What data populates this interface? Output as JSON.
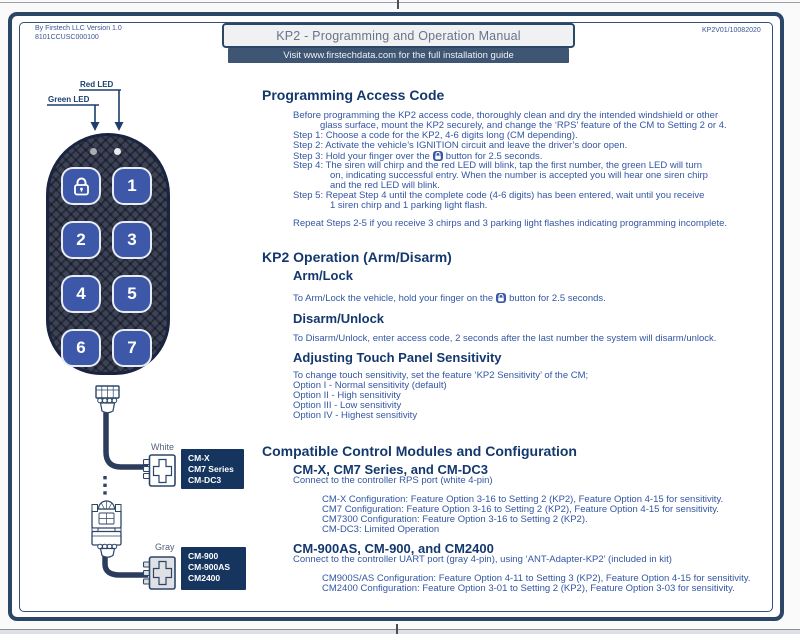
{
  "header": {
    "version_line1": "By Firstech LLC Version 1.0",
    "version_line2": "8101CCUSC000100",
    "title": "KP2 - Programming and Operation Manual",
    "banner": "Visit www.firstechdata.com for the full installation guide",
    "doc_code": "KP2V01/10082020"
  },
  "keypad": {
    "red_led_label": "Red LED",
    "green_led_label": "Green LED",
    "digits": [
      "1",
      "2",
      "3",
      "4",
      "5",
      "6",
      "7"
    ]
  },
  "wiring": {
    "white_label": "White",
    "gray_label": "Gray",
    "rps_modules": [
      "CM-X",
      "CM7 Series",
      "CM-DC3"
    ],
    "uart_modules": [
      "CM-900",
      "CM-900AS",
      "CM2400"
    ]
  },
  "programming": {
    "heading": "Programming Access Code",
    "intro_line1": "Before programming the KP2 access code, thoroughly clean and dry the intended windshield or other",
    "intro_line2": "glass surface, mount the KP2 securely, and change the ‘RPS’ feature of the CM to Setting 2 or 4.",
    "step1": "Step 1: Choose a code for the KP2, 4-6 digits long (CM depending).",
    "step2": "Step 2: Activate the vehicle’s IGNITION circuit and leave the driver’s door open.",
    "step3_pre": "Step 3: Hold your finger over the",
    "step3_post": "button for 2.5 seconds.",
    "step4_line1": "Step 4: The siren will chirp and the red LED will blink, tap the first number, the green LED will turn",
    "step4_line2": "on, indicating successful entry.  When the number is accepted you will hear one siren chirp",
    "step4_line3": "and the red LED will blink.",
    "step5_line1": "Step 5: Repeat Step 4 until the complete code (4-6 digits) has been entered, wait until you receive",
    "step5_line2": "1 siren chirp and 1 parking light flash.",
    "repeat_note": "Repeat Steps 2-5 if you receive 3 chirps and 3 parking light flashes indicating programming incomplete."
  },
  "operation": {
    "heading": "KP2 Operation (Arm/Disarm)",
    "arm_heading": "Arm/Lock",
    "arm_pre": "To Arm/Lock the vehicle, hold your finger on the",
    "arm_post": "button for 2.5 seconds.",
    "disarm_heading": "Disarm/Unlock",
    "disarm_text": "To Disarm/Unlock, enter access code, 2 seconds after the last number the system will disarm/unlock.",
    "sensitivity_heading": "Adjusting Touch Panel Sensitivity",
    "sensitivity_intro": "To change touch sensitivity, set the feature ‘KP2 Sensitivity’ of the CM;",
    "options": [
      "Option I - Normal sensitivity (default)",
      "Option II - High sensitivity",
      "Option III - Low sensitivity",
      "Option IV - Highest sensitivity"
    ]
  },
  "modules": {
    "heading": "Compatible Control Modules and Configuration",
    "group1_heading": "CM-X, CM7 Series, and CM-DC3",
    "group1_sub": "Connect to the controller RPS port (white 4-pin)",
    "group1_lines": [
      "CM-X Configuration: Feature Option 3-16 to Setting 2 (KP2), Feature Option 4-15 for sensitivity.",
      "CM7 Configuration: Feature Option 3-16 to Setting 2 (KP2), Feature Option 4-15 for sensitivity.",
      "CM7300 Configuration: Feature Option 3-16 to Setting 2 (KP2).",
      "CM-DC3: Limited Operation"
    ],
    "group2_heading": "CM-900AS, CM-900, and CM2400",
    "group2_sub": "Connect to the controller UART port (gray 4-pin), using ‘ANT-Adapter-KP2’ (included in kit)",
    "group2_lines": [
      "CM900S/AS Configuration: Feature Option 4-11 to Setting 3 (KP2), Feature Option 4-15 for sensitivity.",
      "CM2400 Configuration: Feature Option 3-01 to Setting 2 (KP2), Feature Option 3-03 for sensitivity."
    ]
  },
  "colors": {
    "frame_navy": "#2c4668",
    "heading_navy": "#14386e",
    "body_blue": "#3357a2",
    "button_blue": "#3e58a9",
    "keypad_body": "#3d4357",
    "module_box_navy": "#16355e",
    "banner_navy": "#3e5574"
  }
}
